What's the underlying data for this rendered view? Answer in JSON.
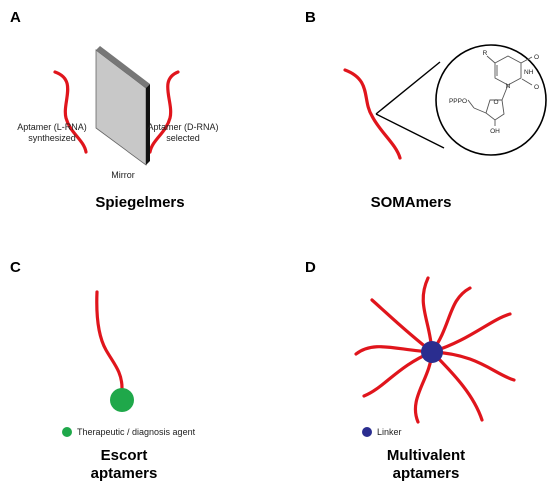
{
  "colors": {
    "strand": "#e0151c",
    "agent": "#1fa84a",
    "linker": "#2a2d8f",
    "mirror_face": "#c8c8c8",
    "mirror_edge": "#111111"
  },
  "panels": {
    "a": {
      "letter": "A",
      "left_label_line1": "Aptamer (L-RNA)",
      "left_label_line2": "synthesized",
      "right_label_line1": "Aptamer (D-RNA)",
      "right_label_line2": "selected",
      "mirror_label": "Mirror",
      "title": "Spiegelmers"
    },
    "b": {
      "letter": "B",
      "title": "SOMAmers",
      "chem_labels": {
        "ppp": "PPPO",
        "oh": "OH",
        "n": "N",
        "nh": "NH",
        "o1": "O",
        "o2": "O",
        "o3": "O",
        "r": "R"
      }
    },
    "c": {
      "letter": "C",
      "legend_label": "Therapeutic / diagnosis agent",
      "title_line1": "Escort",
      "title_line2": "aptamers",
      "legend_icon": "green-circle"
    },
    "d": {
      "letter": "D",
      "legend_label": "Linker",
      "title_line1": "Multivalent",
      "title_line2": "aptamers",
      "legend_icon": "blue-circle"
    }
  }
}
